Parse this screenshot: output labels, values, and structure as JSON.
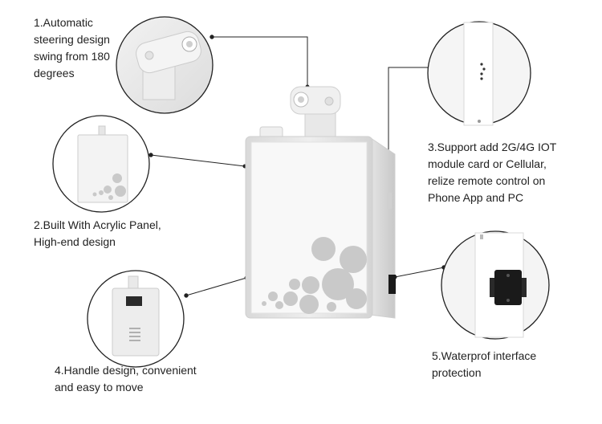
{
  "features": [
    {
      "id": "steering",
      "text": "1.Automatic\nsteering  design\nswing from 180\ndegrees"
    },
    {
      "id": "acrylic",
      "text": "2.Built With Acrylic Panel,\nHigh-end design"
    },
    {
      "id": "iot",
      "text": "3.Support add 2G/4G IOT\nmodule card or Cellular,\nrelize remote control on\nPhone App and PC"
    },
    {
      "id": "handle",
      "text": "4.Handle design, convenient\nand easy to move"
    },
    {
      "id": "waterproof",
      "text": "5.Waterprof interface\nprotection"
    }
  ],
  "colors": {
    "device_body": "#e9e9e9",
    "panel_front": "#f7f7f7",
    "dots": "#c9c9c9",
    "connector": "#1a1a1a",
    "callout_line": "#222222"
  }
}
